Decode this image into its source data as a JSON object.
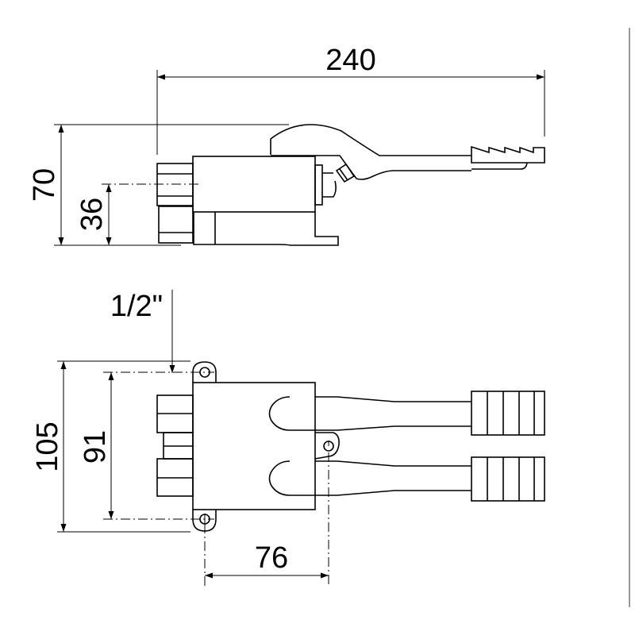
{
  "drawing": {
    "side_view": {
      "overall_length": "240",
      "height": "70",
      "axis_height": "36"
    },
    "top_view": {
      "thread_size": "1/2\"",
      "width_outer": "105",
      "mount_hole_spacing": "91",
      "pivot_offset": "76"
    },
    "colors": {
      "line": "#000000",
      "frame_border": "#9a9a9a"
    }
  }
}
